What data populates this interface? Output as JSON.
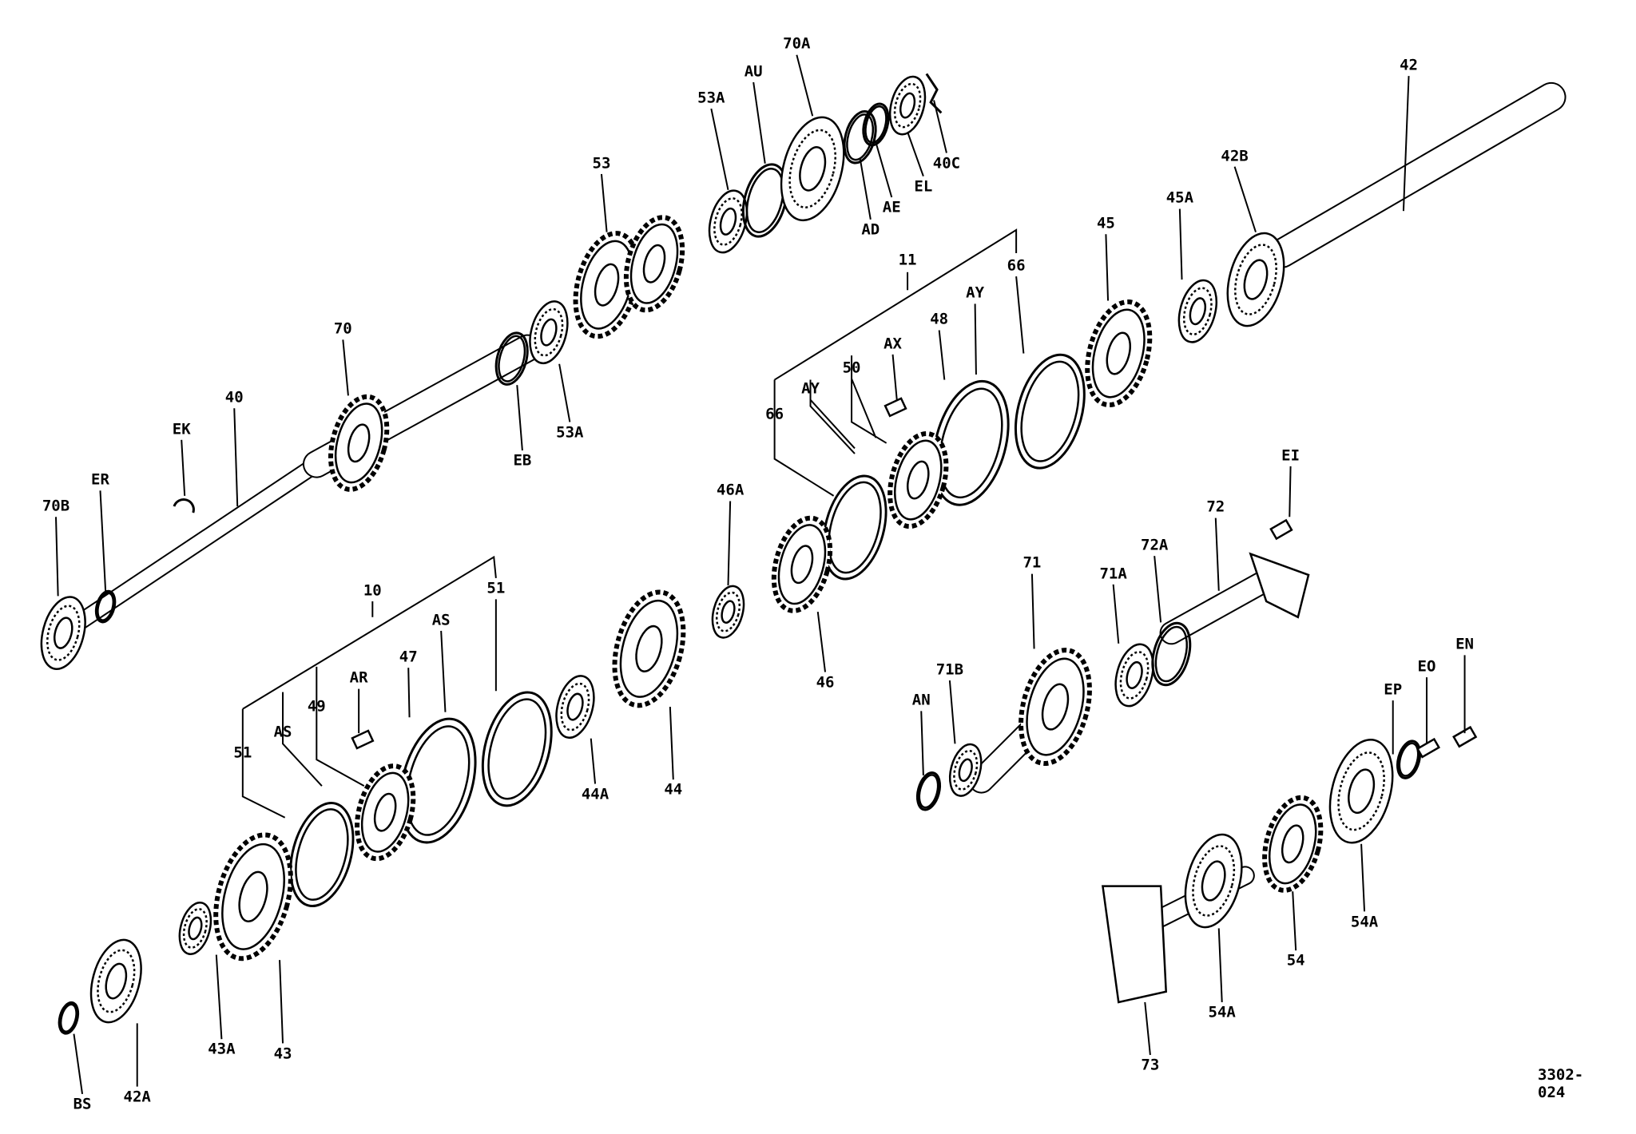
{
  "diagram_id": "3302-024",
  "labels": [
    "70A",
    "AU",
    "53A",
    "53",
    "40C",
    "EL",
    "AE",
    "AD",
    "42",
    "42B",
    "45A",
    "45",
    "11",
    "66",
    "AY",
    "48",
    "AX",
    "50",
    "AY",
    "66",
    "70",
    "40",
    "EK",
    "ER",
    "70B",
    "EB",
    "53A",
    "46A",
    "46",
    "EI",
    "72",
    "71",
    "72A",
    "71A",
    "71B",
    "AN",
    "EN",
    "EO",
    "EP",
    "10",
    "51",
    "AS",
    "47",
    "AR",
    "49",
    "AS",
    "51",
    "44A",
    "44",
    "43A",
    "43",
    "42A",
    "BS",
    "73",
    "54A",
    "54",
    "54A"
  ]
}
